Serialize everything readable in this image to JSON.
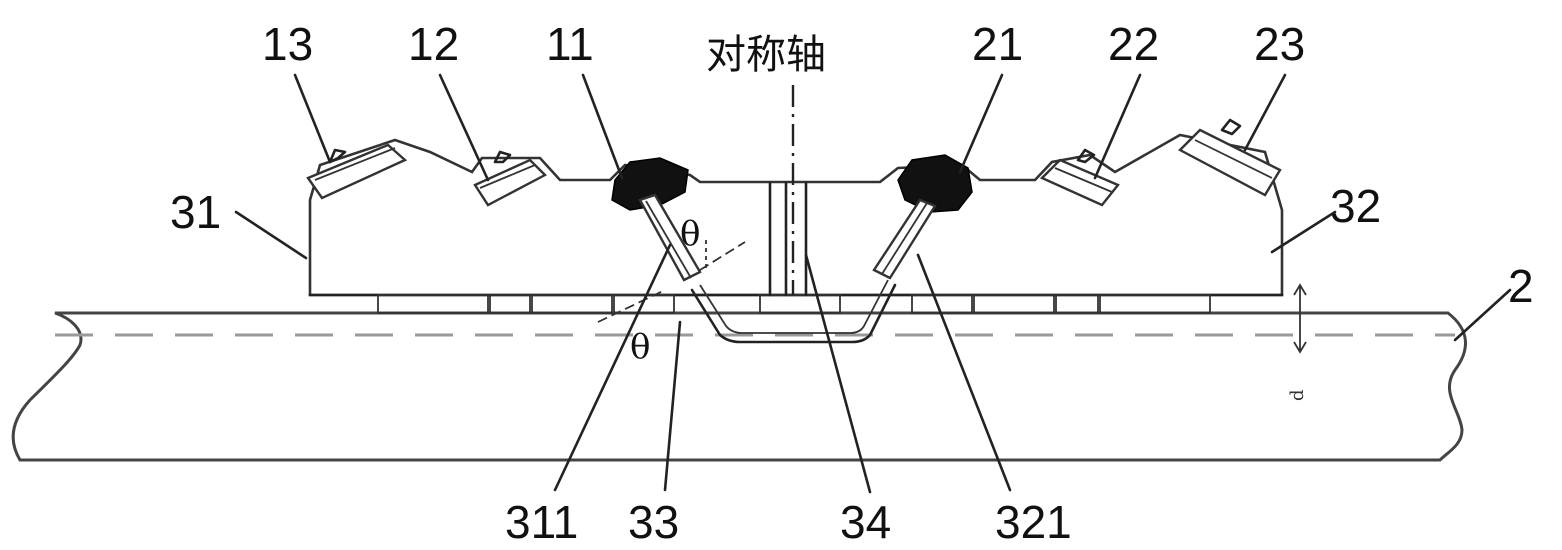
{
  "labels": {
    "l13": "13",
    "l12": "12",
    "l11": "11",
    "axis": "对称轴",
    "l21": "21",
    "l22": "22",
    "l23": "23",
    "l31": "31",
    "l32": "32",
    "l2": "2",
    "l311": "311",
    "l33": "33",
    "l34": "34",
    "l321": "321"
  },
  "symbols": {
    "theta_upper": "θ",
    "theta_lower": "θ",
    "d": "d"
  }
}
